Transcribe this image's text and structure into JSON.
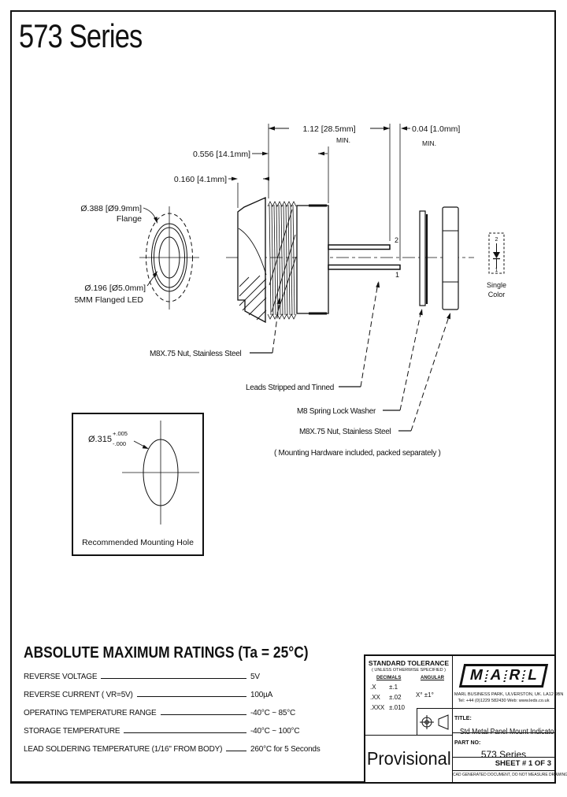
{
  "page": {
    "title": "573 Series"
  },
  "drawing": {
    "dims": {
      "lead_min": "1.12 [28.5mm]",
      "lead_min_qual": "MIN.",
      "tip_min": "0.04 [1.0mm]",
      "tip_min_qual": "MIN.",
      "body_len": "0.556 [14.1mm]",
      "flange_thk": "0.160 [4.1mm]",
      "flange_dia": "Ø.388 [Ø9.9mm]",
      "flange_label": "Flange",
      "led_dia": "Ø.196 [Ø5.0mm]",
      "led_label": "5MM Flanged LED"
    },
    "pins": {
      "pin2": "2",
      "pin1": "1"
    },
    "schematic": {
      "pin2": "2",
      "pin1": "1",
      "label1": "Single",
      "label2": "Color"
    },
    "callouts": {
      "nut_front": "M8X.75 Nut, Stainless Steel",
      "leads": "Leads Stripped and Tinned",
      "washer": "M8 Spring Lock Washer",
      "nut_back": "M8X.75 Nut, Stainless Steel",
      "hardware_note": "( Mounting Hardware included, packed separately )"
    },
    "mounting_hole": {
      "dia": "Ø.315",
      "tol_plus": "+.005",
      "tol_minus": "-.000",
      "caption": "Recommended Mounting Hole"
    }
  },
  "ratings": {
    "heading": "ABSOLUTE MAXIMUM RATINGS (Ta = 25°C)",
    "rows": [
      {
        "label": "REVERSE VOLTAGE",
        "value": "5V"
      },
      {
        "label": "REVERSE CURRENT ( VR=5V)",
        "value": "100µA"
      },
      {
        "label": "OPERATING TEMPERATURE RANGE",
        "value": "-40°C ~ 85°C"
      },
      {
        "label": "STORAGE TEMPERATURE",
        "value": "-40°C ~ 100°C"
      },
      {
        "label": "LEAD SOLDERING TEMPERATURE (1/16\" FROM BODY)",
        "value": "260°C for 5 Seconds"
      }
    ]
  },
  "title_block": {
    "tolerance": {
      "heading": "STANDARD TOLERANCE",
      "subheading": "( UNLESS OTHERWISE SPECIFIED )",
      "decimals_header": "DECIMALS",
      "angular_header": "ANGULAR",
      "rows": [
        {
          "d": ".X",
          "t": "±.1"
        },
        {
          "d": ".XX",
          "t": "±.02"
        },
        {
          "d": ".XXX",
          "t": "±.010"
        }
      ],
      "angular_row": "X°  ±1°"
    },
    "logo": [
      "M",
      "A",
      "R",
      "L"
    ],
    "address": "MARL BUSINESS PARK, ULVERSTON, UK. LA12 9BN",
    "contact": "Tel: +44 (0)1229 582430   Web: www.leds.co.uk",
    "title_label": "TITLE:",
    "title": "Std Metal Panel Mount Indicator",
    "part_label": "PART NO:",
    "part_no": "573 Series",
    "sheet": "SHEET # 1 OF 3",
    "note": "CAD GENERATED DOCUMENT, DO NOT MEASURE DRAWING",
    "status": "Provisional"
  }
}
